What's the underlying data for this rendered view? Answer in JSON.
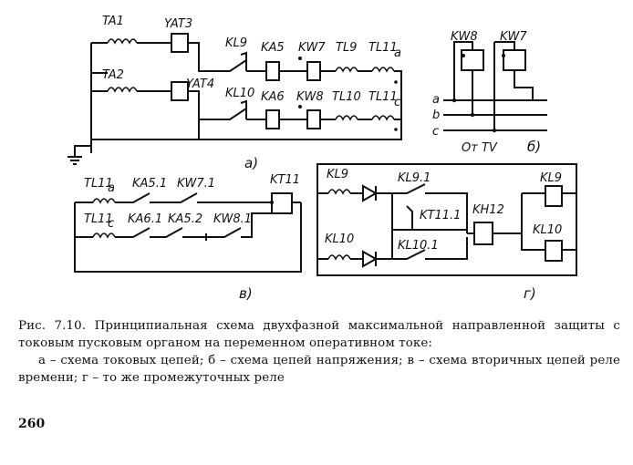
{
  "figure": {
    "panel_a": {
      "label": "а)",
      "labels": [
        "TA1",
        "YAT3",
        "KL9",
        "KA5",
        "KW7",
        "TL9",
        "TL11",
        "а",
        "TA2",
        "YAT4",
        "KL10",
        "KA6",
        "KW8",
        "TL10",
        "TL11",
        "c"
      ]
    },
    "panel_b": {
      "label": "б)",
      "labels": [
        "KW8",
        "KW7",
        "a",
        "b",
        "c",
        "От TV"
      ]
    },
    "panel_v": {
      "label": "в)",
      "labels": [
        "TL11",
        "а",
        "KA5.1",
        "KW7.1",
        "KT11",
        "TL11",
        "с",
        "KA6.1",
        "KA5.2",
        "KW8.1"
      ]
    },
    "panel_g": {
      "label": "г)",
      "labels": [
        "KL9",
        "KL9.1",
        "KL9",
        "KT11.1",
        "KH12",
        "KL10",
        "KL10.1",
        "KL10"
      ]
    }
  },
  "caption": {
    "lead": "Рис. 7.10.",
    "text": "Принципиальная схема двухфазной максимальной направленной защиты с токовым пусковым органом на переменном оперативном токе:",
    "legend": "а – схема токовых цепей; б – схема цепей напряжения; в – схема вторичных цепей реле времени; г – то же промежуточных реле"
  },
  "page_number": "260"
}
